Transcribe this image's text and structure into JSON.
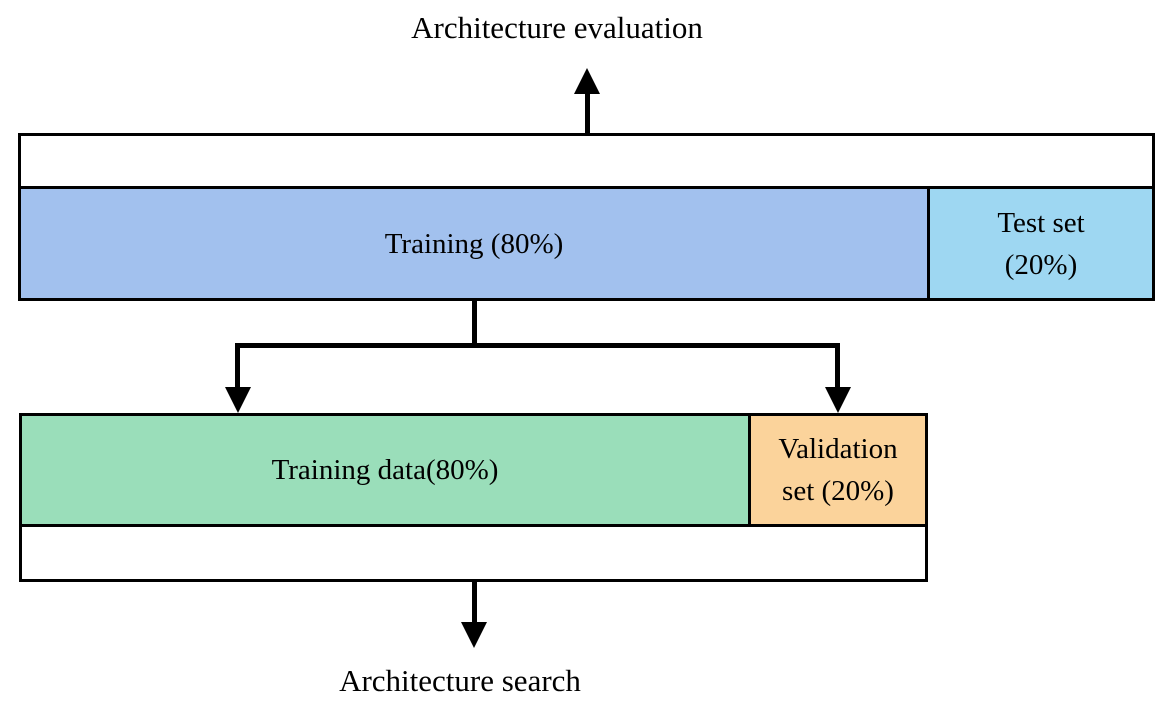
{
  "diagram": {
    "top_label": "Architecture evaluation",
    "bottom_label": "Architecture search",
    "row1": {
      "training_label": "Training (80%)",
      "test_line1": "Test set",
      "test_line2": "(20%)"
    },
    "row2": {
      "training_data_label": "Training data(80%)",
      "validation_line1": "Validation",
      "validation_line2": "set (20%)"
    },
    "colors": {
      "training": "#a2c1ee",
      "test_set": "#9ed7f2",
      "training_data": "#9adeba",
      "validation_set": "#fbd39b",
      "line": "#000000",
      "background": "#ffffff"
    }
  }
}
